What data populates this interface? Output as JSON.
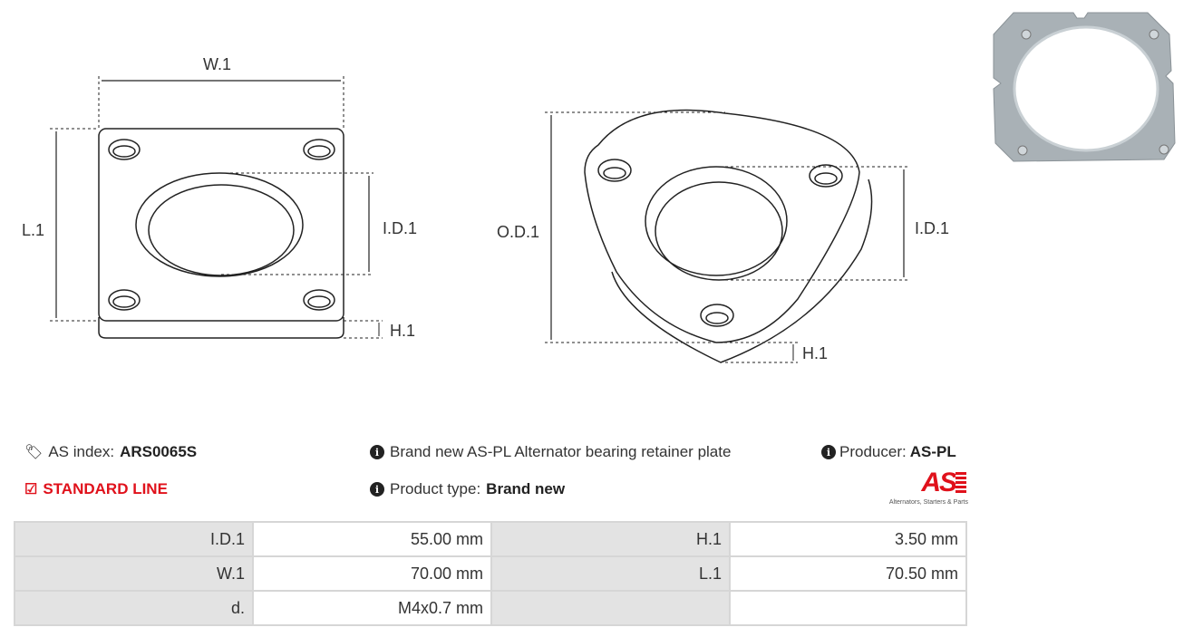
{
  "diagram": {
    "left": {
      "width_label": "W.1",
      "length_label": "L.1",
      "id_label": "I.D.1",
      "height_label": "H.1"
    },
    "right": {
      "od_label": "O.D.1",
      "id_label": "I.D.1",
      "height_label": "H.1"
    }
  },
  "info": {
    "index_label": "AS index:",
    "index_value": "ARS0065S",
    "line": "STANDARD LINE",
    "description": "Brand new AS-PL Alternator bearing retainer plate",
    "type_label": "Product type:",
    "type_value": "Brand new",
    "producer_label": "Producer:",
    "producer_value": "AS-PL",
    "logo_text": "AS",
    "logo_tagline": "Alternators, Starters & Parts"
  },
  "specs": [
    {
      "k1": "I.D.1",
      "v1": "55.00 mm",
      "k2": "H.1",
      "v2": "3.50 mm"
    },
    {
      "k1": "W.1",
      "v1": "70.00 mm",
      "k2": "L.1",
      "v2": "70.50 mm"
    },
    {
      "k1": "d.",
      "v1": "M4x0.7 mm",
      "k2": "",
      "v2": ""
    }
  ],
  "colors": {
    "accent": "#e0111b"
  }
}
